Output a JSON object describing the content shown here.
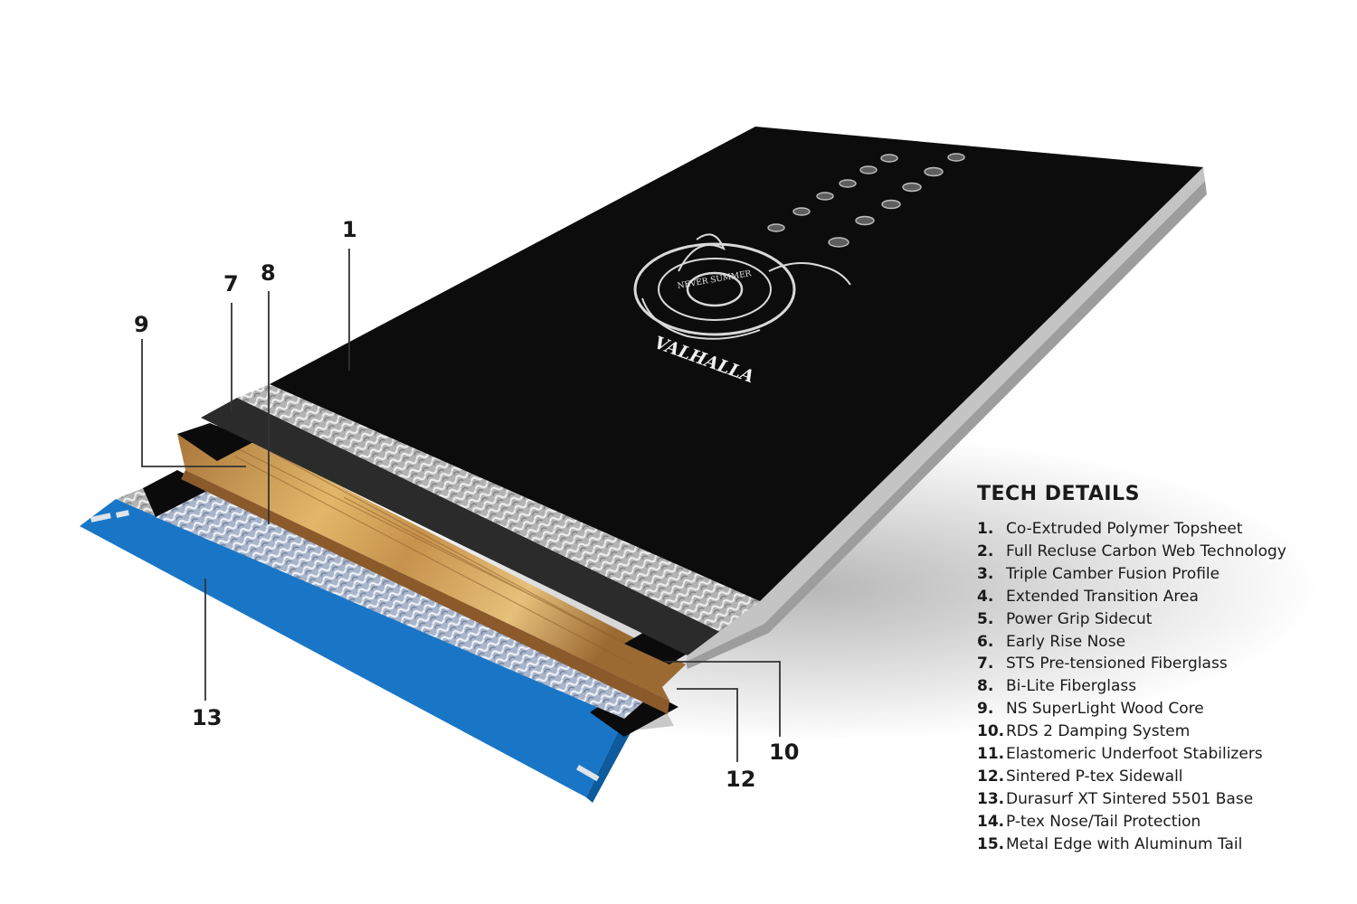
{
  "brand": {
    "mark_text": "NEVER SUMMER",
    "model_name": "VALHALLA"
  },
  "callouts": [
    {
      "id": "1",
      "label": "1"
    },
    {
      "id": "7",
      "label": "7"
    },
    {
      "id": "8",
      "label": "8"
    },
    {
      "id": "9",
      "label": "9"
    },
    {
      "id": "10",
      "label": "10"
    },
    {
      "id": "12",
      "label": "12"
    },
    {
      "id": "13",
      "label": "13"
    }
  ],
  "tech_details": {
    "title": "TECH DETAILS",
    "items": [
      {
        "num": "1.",
        "text": "Co-Extruded Polymer Topsheet"
      },
      {
        "num": "2.",
        "text": "Full Recluse Carbon Web Technology"
      },
      {
        "num": "3.",
        "text": "Triple Camber Fusion Profile"
      },
      {
        "num": "4.",
        "text": "Extended Transition Area"
      },
      {
        "num": "5.",
        "text": "Power Grip Sidecut"
      },
      {
        "num": "6.",
        "text": "Early Rise Nose"
      },
      {
        "num": "7.",
        "text": "STS Pre-tensioned Fiberglass"
      },
      {
        "num": "8.",
        "text": "Bi-Lite Fiberglass"
      },
      {
        "num": "9.",
        "text": "NS SuperLight Wood Core"
      },
      {
        "num": "10.",
        "text": "RDS 2 Damping System"
      },
      {
        "num": "11.",
        "text": "Elastomeric Underfoot Stabilizers"
      },
      {
        "num": "12.",
        "text": "Sintered P-tex Sidewall"
      },
      {
        "num": "13.",
        "text": "Durasurf XT Sintered 5501 Base"
      },
      {
        "num": "14.",
        "text": "P-tex Nose/Tail Protection"
      },
      {
        "num": "15.",
        "text": "Metal Edge with Aluminum Tail"
      }
    ]
  },
  "colors": {
    "topsheet": "#0c0c0c",
    "sidewall": "#b9b9b9",
    "carbon": "#9e9e9e",
    "damping": "#2b2b2b",
    "wood_core": "#c79a52",
    "fiberglass": "#b4bfd3",
    "base": "#1976c6"
  }
}
